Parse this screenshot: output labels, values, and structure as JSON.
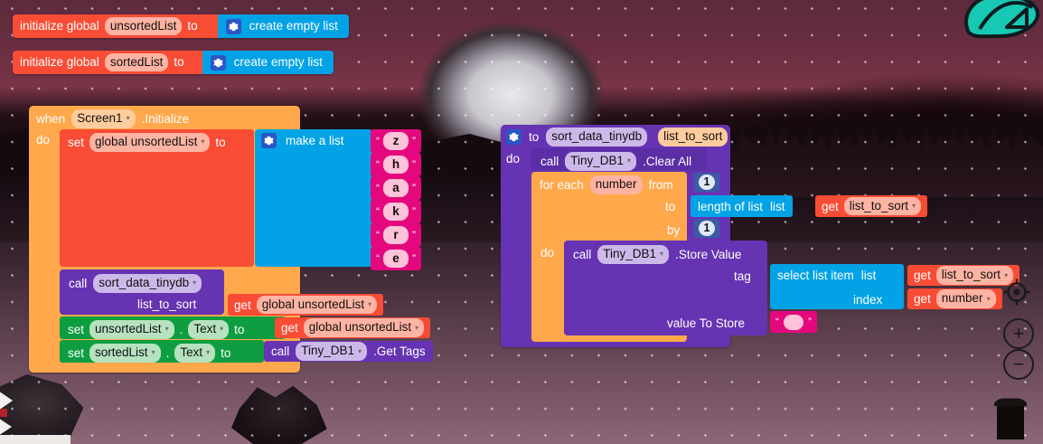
{
  "workspace": {
    "app": "MIT App Inventor Blocks Editor",
    "background_logo": "app-inventor-logo"
  },
  "controls": {
    "center_blocks": "center-blocks-icon",
    "zoom_in": "+",
    "zoom_out": "−",
    "trash": "trash-can-icon"
  },
  "blocks": {
    "init_unsorted": {
      "keyword": "initialize global",
      "name": "unsortedList",
      "to": "to",
      "value": "create empty list",
      "gear": "mutator-gear-icon"
    },
    "init_sorted": {
      "keyword": "initialize global",
      "name": "sortedList",
      "to": "to",
      "value": "create empty list",
      "gear": "mutator-gear-icon"
    },
    "screen_init": {
      "when": "when",
      "component": "Screen1",
      "event": ".Initialize",
      "do": "do",
      "set_global": {
        "set": "set",
        "variable": "global unsortedList",
        "to": "to"
      },
      "make_a_list": {
        "label": "make a list",
        "gear": "mutator-gear-icon",
        "items": [
          "z",
          "h",
          "a",
          "k",
          "r",
          "e"
        ],
        "quote_open": "“",
        "quote_close": "”"
      },
      "call_proc": {
        "call": "call",
        "procedure": "sort_data_tinydb",
        "arg_label": "list_to_sort",
        "arg_get": "get",
        "arg_value": "global unsortedList"
      },
      "set_unsorted_text": {
        "set": "set",
        "component": "unsortedList",
        "dot": ".",
        "property": "Text",
        "to": "to",
        "get": "get",
        "value": "global unsortedList"
      },
      "set_sorted_text": {
        "set": "set",
        "component": "sortedList",
        "dot": ".",
        "property": "Text",
        "to": "to",
        "call": "call",
        "value_component": "Tiny_DB1",
        "value_method": ".Get Tags"
      }
    },
    "procedure": {
      "gear": "mutator-gear-icon",
      "to": "to",
      "name": "sort_data_tinydb",
      "param": "list_to_sort",
      "do": "do",
      "clear_all": {
        "call": "call",
        "component": "Tiny_DB1",
        "method": ".Clear All"
      },
      "for_each": {
        "label": "for each",
        "var": "number",
        "from_label": "from",
        "from_value": "1",
        "to_label": "to",
        "to_block": {
          "label": "length of list",
          "arg": "list",
          "get": "get",
          "value": "list_to_sort"
        },
        "by_label": "by",
        "by_value": "1",
        "do": "do"
      },
      "store_value": {
        "call": "call",
        "component": "Tiny_DB1",
        "method": ".Store Value",
        "tag_label": "tag",
        "tag_block": {
          "label": "select list item",
          "list_label": "list",
          "list_get": "get",
          "list_value": "list_to_sort",
          "index_label": "index",
          "index_get": "get",
          "index_value": "number"
        },
        "value_label": "value To Store",
        "value_text": "",
        "quote_open": "“",
        "quote_close": "”"
      }
    }
  }
}
